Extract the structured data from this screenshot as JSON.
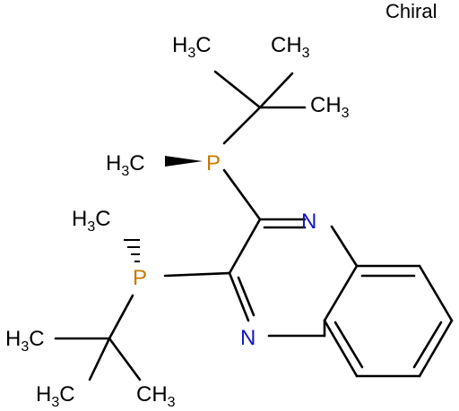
{
  "chiral_label": "Chiral",
  "atoms": {
    "n_top": "N",
    "n_bottom": "N",
    "p_top": "P",
    "p_bottom": "P"
  },
  "groups": {
    "top_h3c_left": {
      "pre": "H",
      "sub": "3",
      "post": "C"
    },
    "top_ch3_right": {
      "pre": "CH",
      "sub": "3",
      "post": ""
    },
    "top_ch3_lower": {
      "pre": "CH",
      "sub": "3",
      "post": ""
    },
    "top_methyl_on_p": {
      "pre": "H",
      "sub": "3",
      "post": "C"
    },
    "bottom_methyl_on_p": {
      "pre": "H",
      "sub": "3",
      "post": "C"
    },
    "bottom_h3c_left": {
      "pre": "H",
      "sub": "3",
      "post": "C"
    },
    "bottom_h3c_lower": {
      "pre": "H",
      "sub": "3",
      "post": "C"
    },
    "bottom_ch3_right": {
      "pre": "CH",
      "sub": "3",
      "post": ""
    }
  },
  "colors": {
    "phosphorus": "#c87800",
    "nitrogen": "#1414c8",
    "bond": "#000000"
  }
}
